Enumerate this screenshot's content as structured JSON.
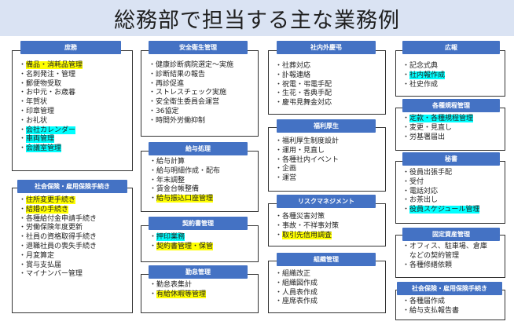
{
  "title": "総務部で担当する主な業務例",
  "panels": [
    {
      "id": "somu",
      "header": "庶務",
      "items": [
        {
          "text": "備品・消耗品管理",
          "hl": "y"
        },
        {
          "text": "名刺発注・管理"
        },
        {
          "text": "郵便物受取"
        },
        {
          "text": "お中元・お歳暮"
        },
        {
          "text": "年賀状"
        },
        {
          "text": "印章管理"
        },
        {
          "text": "お礼状"
        },
        {
          "text": "会社カレンダー",
          "hl": "c"
        },
        {
          "text": "車両管理",
          "hl": "c"
        },
        {
          "text": "会議室管理",
          "hl": "c"
        }
      ]
    },
    {
      "id": "shakai1",
      "header": "社会保険・雇用保険手続き",
      "items": [
        {
          "text": "住所変更手続き",
          "hl": "y"
        },
        {
          "text": "結婚の手続き",
          "hl": "y"
        },
        {
          "text": "各種給付金申請手続き"
        },
        {
          "text": "労働保険年度更新"
        },
        {
          "text": "社員の資格取得手続き"
        },
        {
          "text": "退職社員の喪失手続き"
        },
        {
          "text": "月変算定"
        },
        {
          "text": "賞与支払届"
        },
        {
          "text": "マイナンバー管理"
        }
      ]
    },
    {
      "id": "anzen",
      "header": "安全衛生管理",
      "items": [
        {
          "text": "健康診断病院選定～実施"
        },
        {
          "text": "診断結果の報告"
        },
        {
          "text": "再診促進"
        },
        {
          "text": "ストレスチェック実施"
        },
        {
          "text": "安全衛生委員会運営"
        },
        {
          "text": "36協定"
        },
        {
          "text": "時間外労働抑制"
        }
      ]
    },
    {
      "id": "kyuyo",
      "header": "給与処理",
      "items": [
        {
          "text": "給与計算"
        },
        {
          "text": "給与明細作成・配布"
        },
        {
          "text": "年末調整"
        },
        {
          "text": "賃金台帳整備"
        },
        {
          "text": "給与振込口座管理",
          "hl": "y"
        }
      ]
    },
    {
      "id": "keiyaku",
      "header": "契約書管理",
      "items": [
        {
          "text": "押印業務",
          "hl": "c"
        },
        {
          "text": "契約書管理・保管",
          "hl": "y"
        }
      ]
    },
    {
      "id": "kintai",
      "header": "勤怠管理",
      "items": [
        {
          "text": "勤怠表集計"
        },
        {
          "text": "有給休暇等管理",
          "hl": "y"
        }
      ]
    },
    {
      "id": "keicho",
      "header": "社内外慶弔",
      "items": [
        {
          "text": "社葬対応"
        },
        {
          "text": "訃報連絡"
        },
        {
          "text": "祝電・弔電手配"
        },
        {
          "text": "生花・香典手配"
        },
        {
          "text": "慶弔見舞金対応"
        }
      ]
    },
    {
      "id": "fukuri",
      "header": "福利厚生",
      "items": [
        {
          "text": "福利厚生制度設計"
        },
        {
          "text": "運用・見直し"
        },
        {
          "text": "各種社内イベント"
        },
        {
          "text": "企画"
        },
        {
          "text": "運営"
        }
      ]
    },
    {
      "id": "risk",
      "header": "リスクマネジメント",
      "items": [
        {
          "text": "各種災害対策"
        },
        {
          "text": "事故・不祥事対策"
        },
        {
          "text": "取引先信用調査",
          "hl": "y"
        }
      ]
    },
    {
      "id": "soshiki",
      "header": "組織管理",
      "items": [
        {
          "text": "組織改正"
        },
        {
          "text": "組織図作成"
        },
        {
          "text": "人員表作成"
        },
        {
          "text": "座席表作成"
        }
      ]
    },
    {
      "id": "koho",
      "header": "広報",
      "items": [
        {
          "text": "記念式典"
        },
        {
          "text": "社内報作成",
          "hl": "c"
        },
        {
          "text": "社史作成"
        }
      ]
    },
    {
      "id": "kitei",
      "header": "各種規程管理",
      "items": [
        {
          "text": "定款・各種規程管理",
          "hl": "c"
        },
        {
          "text": "変更・見直し"
        },
        {
          "text": "労基署届出"
        }
      ]
    },
    {
      "id": "hisho",
      "header": "秘書",
      "items": [
        {
          "text": "役員出張手配"
        },
        {
          "text": "受付"
        },
        {
          "text": "電話対応"
        },
        {
          "text": "お茶出し"
        },
        {
          "text": "役員スケジュール管理",
          "hl": "c"
        }
      ]
    },
    {
      "id": "kotei",
      "header": "固定資産管理",
      "items": [
        {
          "text": "オフィス、駐車場、倉庫"
        },
        {
          "text": "などの契約管理",
          "nob": true
        },
        {
          "text": "各種修繕依頼"
        }
      ]
    },
    {
      "id": "shakai2",
      "header": "社会保険・雇用保険手続き",
      "items": [
        {
          "text": "各種届作成"
        },
        {
          "text": "給与支払報告書"
        }
      ]
    }
  ]
}
